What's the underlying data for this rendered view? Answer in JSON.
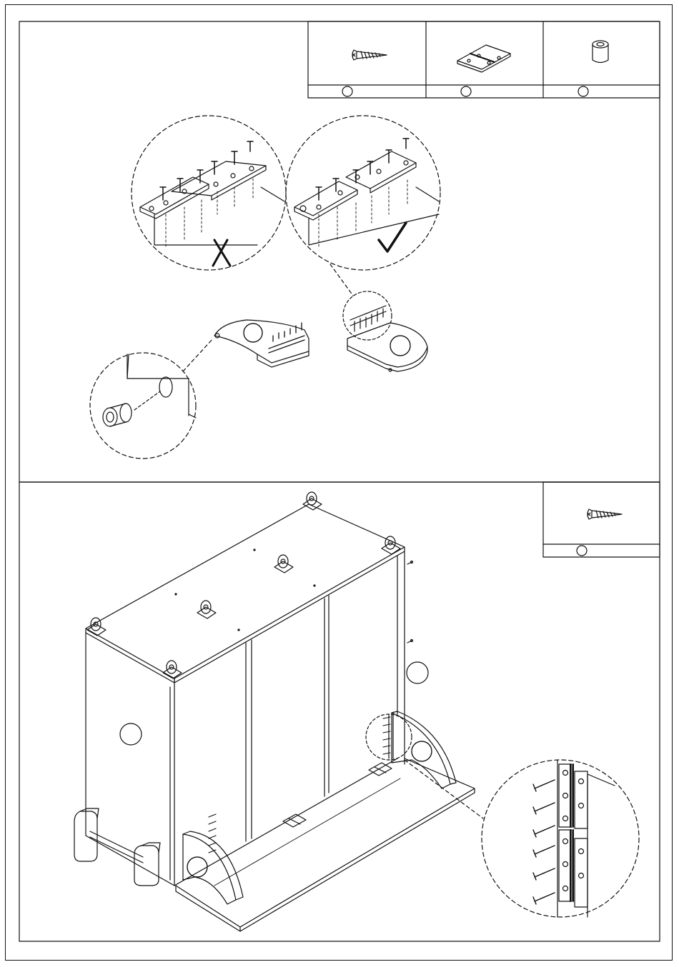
{
  "page": {
    "kind": "assembly-instructions"
  },
  "step_a": {
    "parts_box": [
      {
        "icon": "screw-icon"
      },
      {
        "icon": "hinge-icon"
      },
      {
        "icon": "bumper-cap-icon"
      }
    ],
    "callouts": [
      "",
      "",
      ""
    ],
    "wrong_mark": "wrong-x-mark",
    "right_mark": "correct-check-mark"
  },
  "step_b": {
    "parts_box": [
      {
        "icon": "screw-icon"
      }
    ],
    "callouts": [
      "",
      "",
      ""
    ]
  },
  "colors": {
    "line": "#111111",
    "paper": "#ffffff"
  }
}
